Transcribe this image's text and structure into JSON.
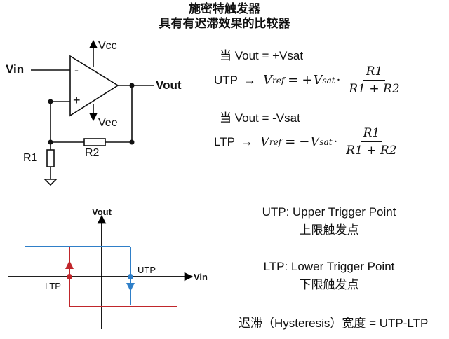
{
  "title": {
    "line1": "施密特触发器",
    "line2": "具有有迟滞效果的比较器"
  },
  "circuit": {
    "vin": "Vin",
    "vout": "Vout",
    "vcc": "Vcc",
    "vee": "Vee",
    "minus": "-",
    "plus": "+",
    "r1": "R1",
    "r2": "R2"
  },
  "equations": {
    "cond_high": "当 Vout = +Vsat",
    "cond_low": "当 Vout = -Vsat",
    "utp": {
      "name": "UTP",
      "arrow": "→",
      "lhs": "V",
      "lhs_sub": "ref",
      "eq": "=",
      "sign": "+",
      "v": "V",
      "v_sub": "sat",
      "dot": "·",
      "num": "R1",
      "den": "R1 + R2"
    },
    "ltp": {
      "name": "LTP",
      "arrow": "→",
      "lhs": "V",
      "lhs_sub": "ref",
      "eq": "=",
      "sign": "−",
      "v": "V",
      "v_sub": "sat",
      "dot": "·",
      "num": "R1",
      "den": "R1 + R2"
    }
  },
  "graph": {
    "y_label": "Vout",
    "x_label": "Vin",
    "utp_label": "UTP",
    "ltp_label": "LTP",
    "colors": {
      "upper": "#2f7fc8",
      "lower": "#c0262b",
      "axis": "#000000"
    }
  },
  "legend": {
    "utp_en": "UTP: Upper Trigger Point",
    "utp_cn": "上限触发点",
    "ltp_en": "LTP: Lower Trigger Point",
    "ltp_cn": "下限触发点",
    "hysteresis": "迟滞（Hysteresis）宽度 = UTP-LTP"
  }
}
